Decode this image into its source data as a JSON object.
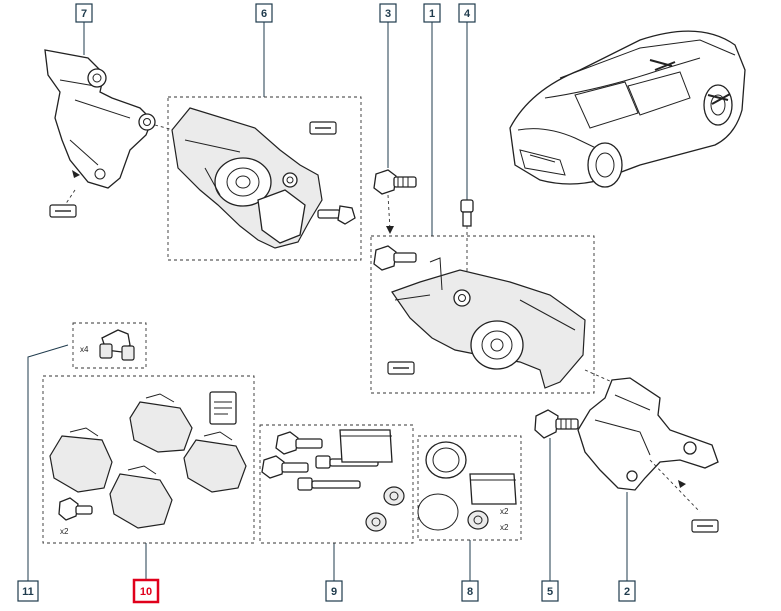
{
  "callouts": {
    "c1": "1",
    "c2": "2",
    "c3": "3",
    "c4": "4",
    "c5": "5",
    "c6": "6",
    "c7": "7",
    "c8": "8",
    "c9": "9",
    "c10": "10",
    "c11": "11"
  },
  "selected_callout": "10",
  "quantities": {
    "clips": "x4",
    "pad_bolts": "x2",
    "guide_boots": "x2",
    "piston_boots": "x2"
  },
  "colors": {
    "callout_border": "#1f3b4d",
    "selected": "#e0001b",
    "line": "#222222"
  }
}
